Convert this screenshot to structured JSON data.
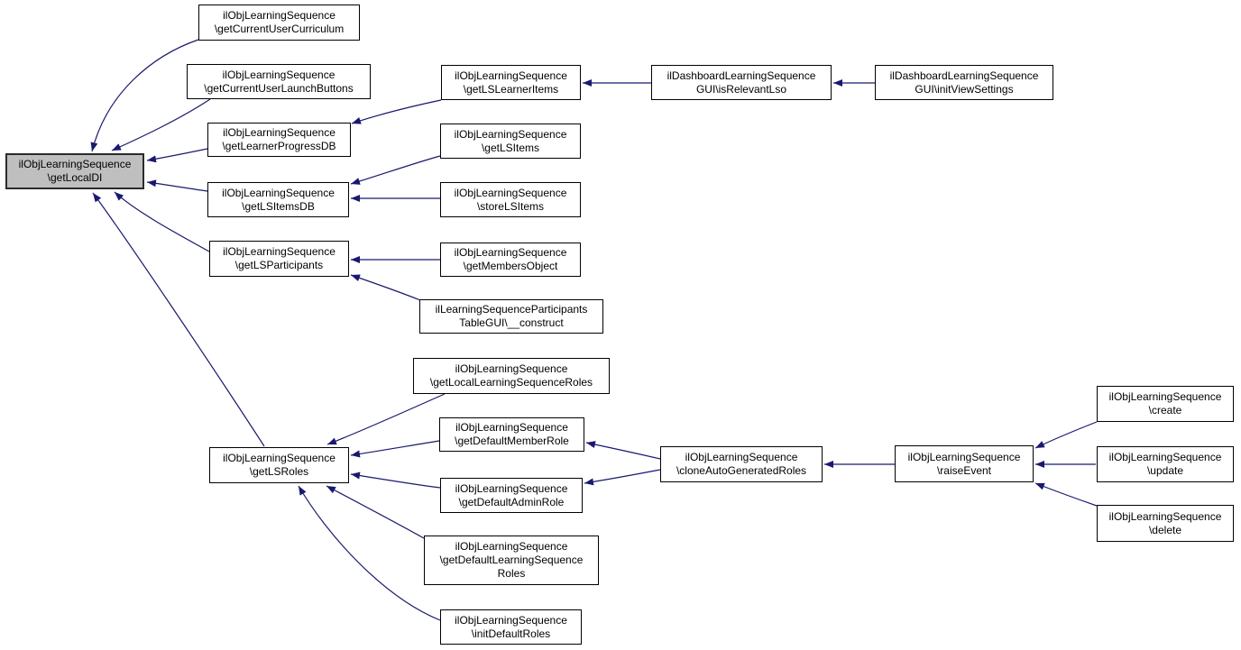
{
  "diagram": {
    "type": "caller-graph",
    "focus_node": "getLocalDI",
    "colors": {
      "background": "#ffffff",
      "edge": "#191970",
      "node_border": "#000000",
      "node_fill": "#ffffff",
      "focus_fill": "#bfbfbf",
      "text": "#000000"
    },
    "nodes": {
      "getCurrentUserCurriculum": {
        "label": "ilObjLearningSequence\n\\getCurrentUserCurriculum"
      },
      "getCurrentUserLaunchButtons": {
        "label": "ilObjLearningSequence\n\\getCurrentUserLaunchButtons"
      },
      "getLearnerProgressDB": {
        "label": "ilObjLearningSequence\n\\getLearnerProgressDB"
      },
      "getLocalDI": {
        "label": "ilObjLearningSequence\n\\getLocalDI"
      },
      "getLSItemsDB": {
        "label": "ilObjLearningSequence\n\\getLSItemsDB"
      },
      "getLSLearnerItems": {
        "label": "ilObjLearningSequence\n\\getLSLearnerItems"
      },
      "isRelevantLso": {
        "label": "ilDashboardLearningSequence\nGUI\\isRelevantLso"
      },
      "initViewSettings": {
        "label": "ilDashboardLearningSequence\nGUI\\initViewSettings"
      },
      "getLSItems": {
        "label": "ilObjLearningSequence\n\\getLSItems"
      },
      "storeLSItems": {
        "label": "ilObjLearningSequence\n\\storeLSItems"
      },
      "getLSParticipants": {
        "label": "ilObjLearningSequence\n\\getLSParticipants"
      },
      "getMembersObject": {
        "label": "ilObjLearningSequence\n\\getMembersObject"
      },
      "participantsTableConstruct": {
        "label": "ilLearningSequenceParticipants\nTableGUI\\__construct"
      },
      "getLocalLearningSequenceRoles": {
        "label": "ilObjLearningSequence\n\\getLocalLearningSequenceRoles"
      },
      "getDefaultMemberRole": {
        "label": "ilObjLearningSequence\n\\getDefaultMemberRole"
      },
      "getLSRoles": {
        "label": "ilObjLearningSequence\n\\getLSRoles"
      },
      "getDefaultAdminRole": {
        "label": "ilObjLearningSequence\n\\getDefaultAdminRole"
      },
      "getDefaultLearningSequenceRoles": {
        "label": "ilObjLearningSequence\n\\getDefaultLearningSequence\nRoles"
      },
      "initDefaultRoles": {
        "label": "ilObjLearningSequence\n\\initDefaultRoles"
      },
      "cloneAutoGeneratedRoles": {
        "label": "ilObjLearningSequence\n\\cloneAutoGeneratedRoles"
      },
      "raiseEvent": {
        "label": "ilObjLearningSequence\n\\raiseEvent"
      },
      "create": {
        "label": "ilObjLearningSequence\n\\create"
      },
      "update": {
        "label": "ilObjLearningSequence\n\\update"
      },
      "delete": {
        "label": "ilObjLearningSequence\n\\delete"
      }
    },
    "edges": [
      {
        "from": "getCurrentUserCurriculum",
        "to": "getLocalDI"
      },
      {
        "from": "getCurrentUserLaunchButtons",
        "to": "getLocalDI"
      },
      {
        "from": "getLearnerProgressDB",
        "to": "getLocalDI"
      },
      {
        "from": "getLSItemsDB",
        "to": "getLocalDI"
      },
      {
        "from": "getLSParticipants",
        "to": "getLocalDI"
      },
      {
        "from": "getLSRoles",
        "to": "getLocalDI"
      },
      {
        "from": "getLSLearnerItems",
        "to": "getLearnerProgressDB"
      },
      {
        "from": "isRelevantLso",
        "to": "getLSLearnerItems"
      },
      {
        "from": "initViewSettings",
        "to": "isRelevantLso"
      },
      {
        "from": "getLSItems",
        "to": "getLSItemsDB"
      },
      {
        "from": "storeLSItems",
        "to": "getLSItemsDB"
      },
      {
        "from": "getMembersObject",
        "to": "getLSParticipants"
      },
      {
        "from": "participantsTableConstruct",
        "to": "getLSParticipants"
      },
      {
        "from": "getLocalLearningSequenceRoles",
        "to": "getLSRoles"
      },
      {
        "from": "getDefaultMemberRole",
        "to": "getLSRoles"
      },
      {
        "from": "getDefaultAdminRole",
        "to": "getLSRoles"
      },
      {
        "from": "getDefaultLearningSequenceRoles",
        "to": "getLSRoles"
      },
      {
        "from": "initDefaultRoles",
        "to": "getLSRoles"
      },
      {
        "from": "cloneAutoGeneratedRoles",
        "to": "getDefaultMemberRole"
      },
      {
        "from": "cloneAutoGeneratedRoles",
        "to": "getDefaultAdminRole"
      },
      {
        "from": "raiseEvent",
        "to": "cloneAutoGeneratedRoles"
      },
      {
        "from": "create",
        "to": "raiseEvent"
      },
      {
        "from": "update",
        "to": "raiseEvent"
      },
      {
        "from": "delete",
        "to": "raiseEvent"
      }
    ]
  }
}
